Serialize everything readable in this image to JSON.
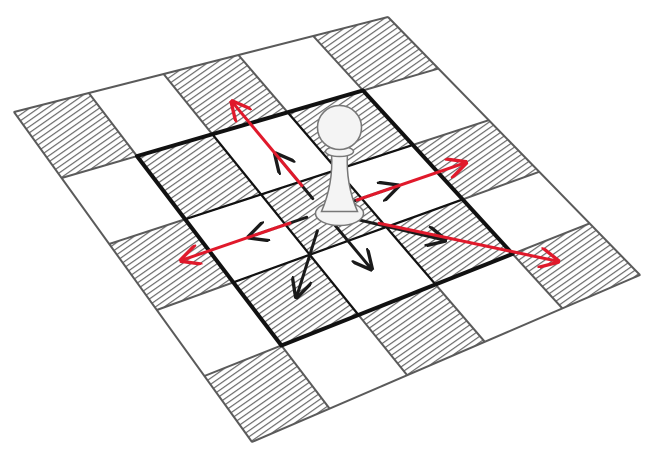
{
  "diagram": {
    "grid_size": 5,
    "shaded_cells": [
      [
        0,
        0
      ],
      [
        0,
        2
      ],
      [
        0,
        4
      ],
      [
        1,
        1
      ],
      [
        1,
        3
      ],
      [
        2,
        0
      ],
      [
        2,
        2
      ],
      [
        2,
        4
      ],
      [
        3,
        1
      ],
      [
        3,
        3
      ],
      [
        4,
        0
      ],
      [
        4,
        2
      ],
      [
        4,
        4
      ]
    ],
    "highlight_region": {
      "row_start": 1,
      "col_start": 1,
      "rows": 3,
      "cols": 3
    },
    "piece": {
      "type": "pawn",
      "row": 2,
      "col": 2
    },
    "moves_black": [
      {
        "dr": -1,
        "dc": 0
      },
      {
        "dr": 0,
        "dc": -1
      },
      {
        "dr": 0,
        "dc": 1
      },
      {
        "dr": 1,
        "dc": 0
      },
      {
        "dr": 1,
        "dc": -1
      },
      {
        "dr": 1,
        "dc": 1
      }
    ],
    "moves_red": [
      {
        "dr": -2,
        "dc": 0
      },
      {
        "dr": 0,
        "dc": -2
      },
      {
        "dr": 0,
        "dc": 2
      },
      {
        "dr": 2,
        "dc": 2
      }
    ],
    "colors": {
      "board_line": "#5a5a5a",
      "hatch": "#5c5c5c",
      "highlight": "#111111",
      "black_arrow": "#1a1a1a",
      "red_arrow": "#e0192b",
      "piece_fill": "#f4f4f4",
      "piece_stroke": "#777777"
    }
  }
}
